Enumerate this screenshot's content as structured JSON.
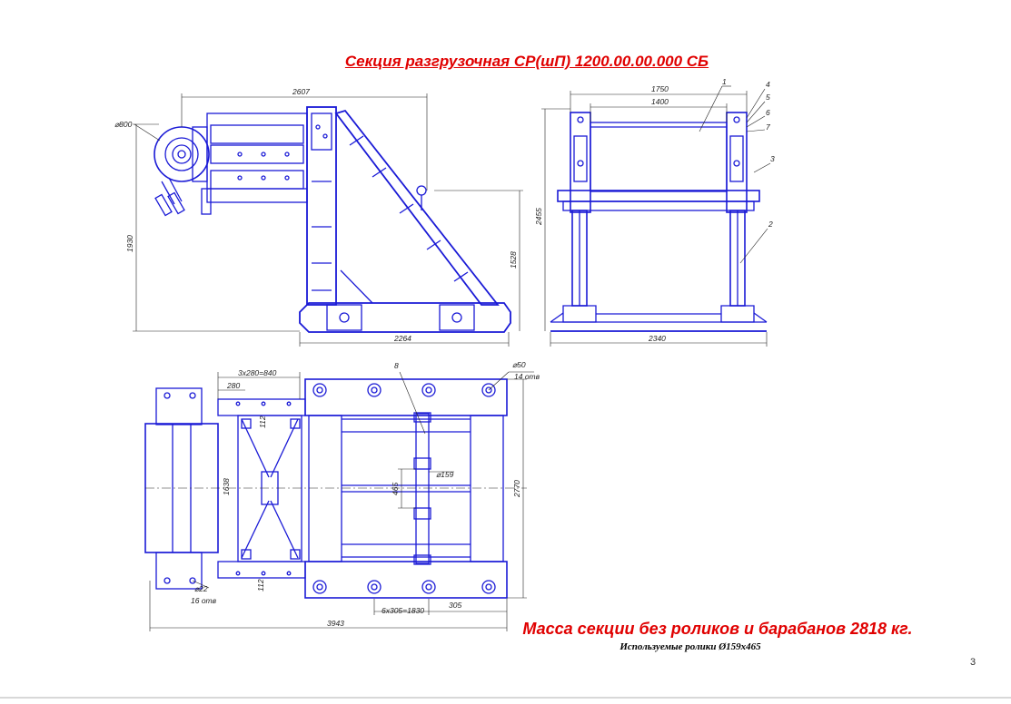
{
  "title": "Секция разгрузочная СР(шП) 1200.00.00.000 СБ",
  "mass_note": "Масса секции без роликов и барабанов 2818 кг.",
  "rollers_note": "Используемые ролики Ø159х465",
  "page_number": "3",
  "colors": {
    "title": "#e00000",
    "structure": "#1a1ad6",
    "dimensions": "#222222"
  },
  "side_view": {
    "dims": {
      "total_length": "2607",
      "drum_diameter": "⌀800",
      "height_left": "1930",
      "height_right": "1528",
      "base_length": "2264"
    }
  },
  "front_view": {
    "dims": {
      "outer_width": "1750",
      "inner_width": "1400",
      "height": "2455",
      "base_width": "2340"
    },
    "callouts": [
      "1",
      "2",
      "3",
      "4",
      "5",
      "6",
      "7"
    ]
  },
  "top_view": {
    "dims": {
      "pitch_top": "3х280=840",
      "pitch_single": "280",
      "gap_top": "112",
      "gap_bottom": "112",
      "center_width": "1638",
      "hole_large": "⌀50",
      "hole_large_count": "14 отв",
      "roller_diameter": "⌀159",
      "roller_length": "465",
      "overall_width": "2770",
      "hole_small": "⌀22",
      "hole_small_count": "16 отв",
      "pitch_bottom": "6х305=1830",
      "pitch_bottom_single": "305",
      "overall_length": "3943"
    },
    "callouts": [
      "8"
    ]
  }
}
